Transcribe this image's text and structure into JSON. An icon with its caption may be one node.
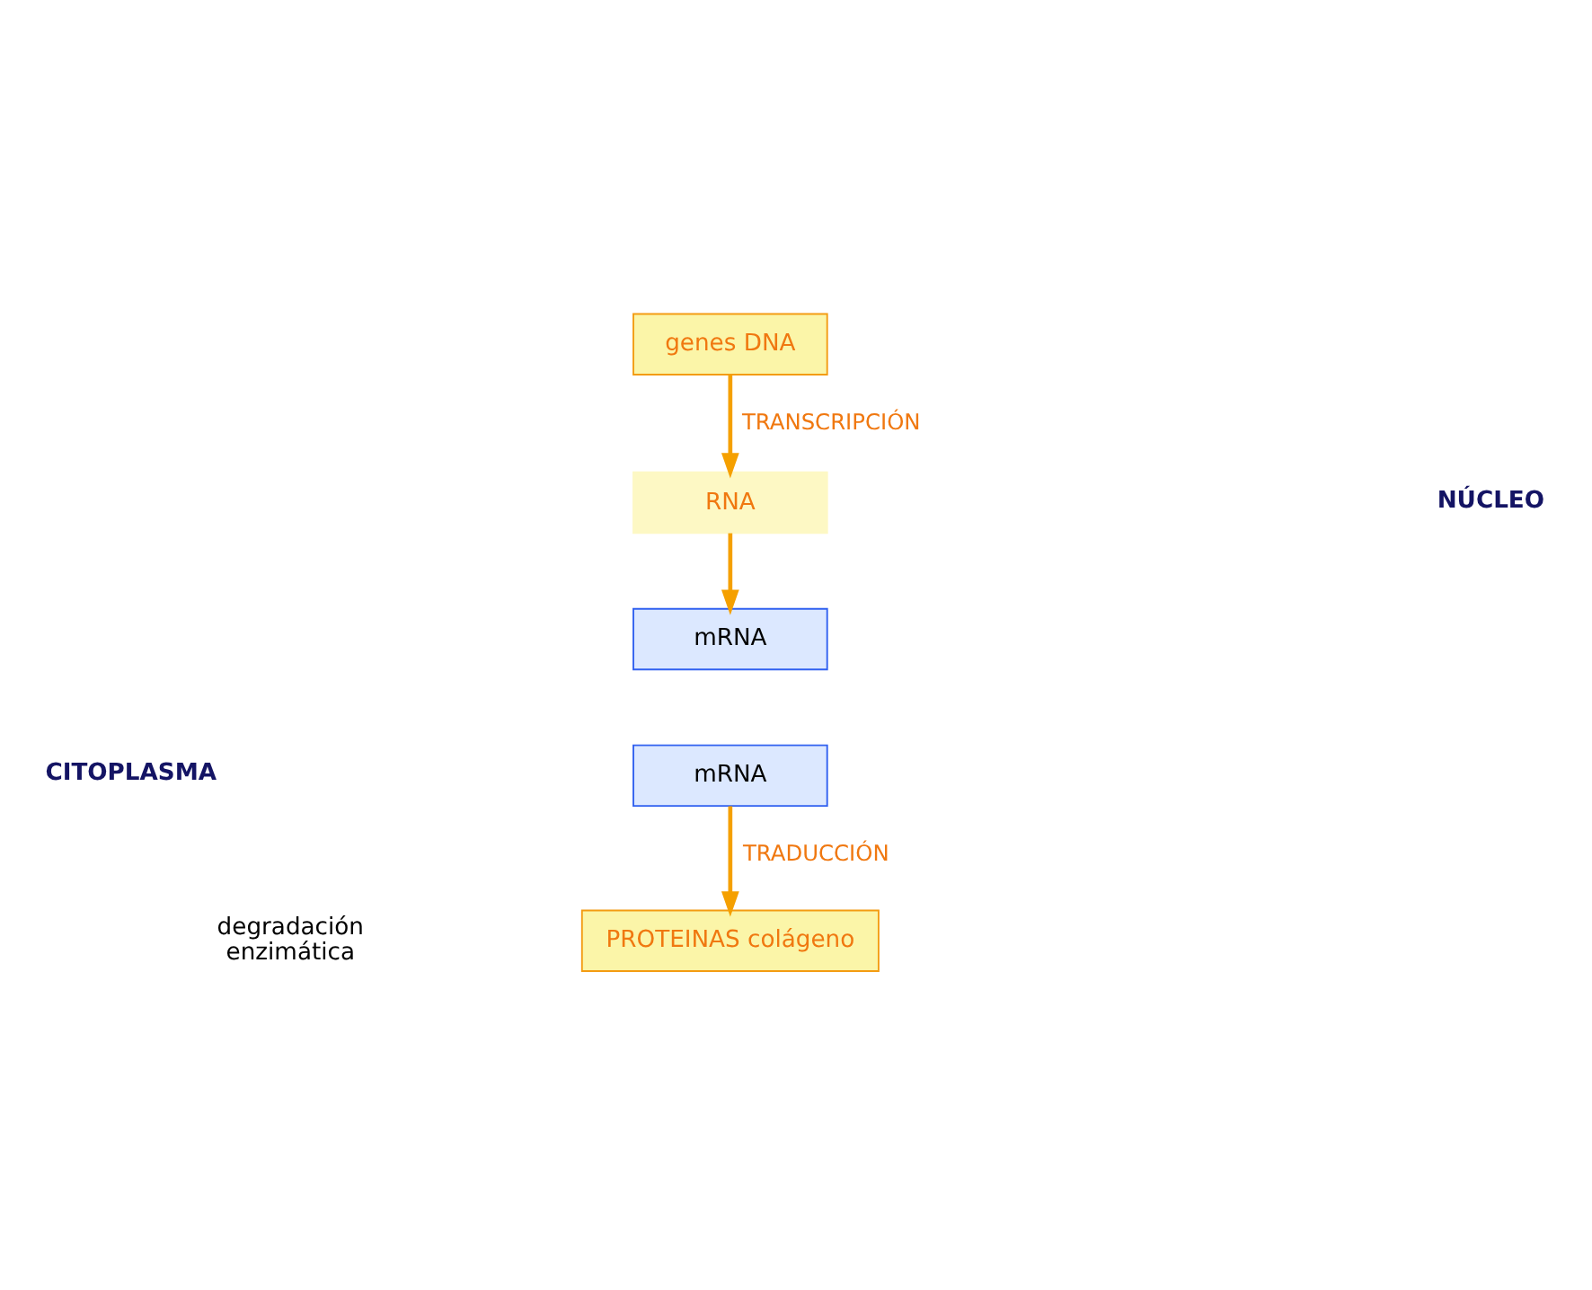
{
  "diagram": {
    "nodes": [
      {
        "text": [
          "genes DNA"
        ]
      },
      {
        "text": [
          "RNA"
        ]
      },
      {
        "text": [
          "mRNA"
        ]
      },
      {
        "text": [
          "mRNA"
        ]
      },
      {
        "text": [
          "PROTEINAS colágeno"
        ]
      }
    ],
    "edges": [
      {
        "from": 0,
        "to": 1,
        "arrow": "to",
        "label": "TRANSCRIPCIÓN"
      },
      {
        "from": 1,
        "to": 2,
        "arrow": "to"
      },
      {
        "from": 3,
        "to": 4,
        "arrow": "to",
        "label": "TRADUCCIÓN"
      }
    ],
    "labels": [
      "NÚCLEO",
      "CITOPLASMA",
      "degradación enzimática"
    ]
  }
}
